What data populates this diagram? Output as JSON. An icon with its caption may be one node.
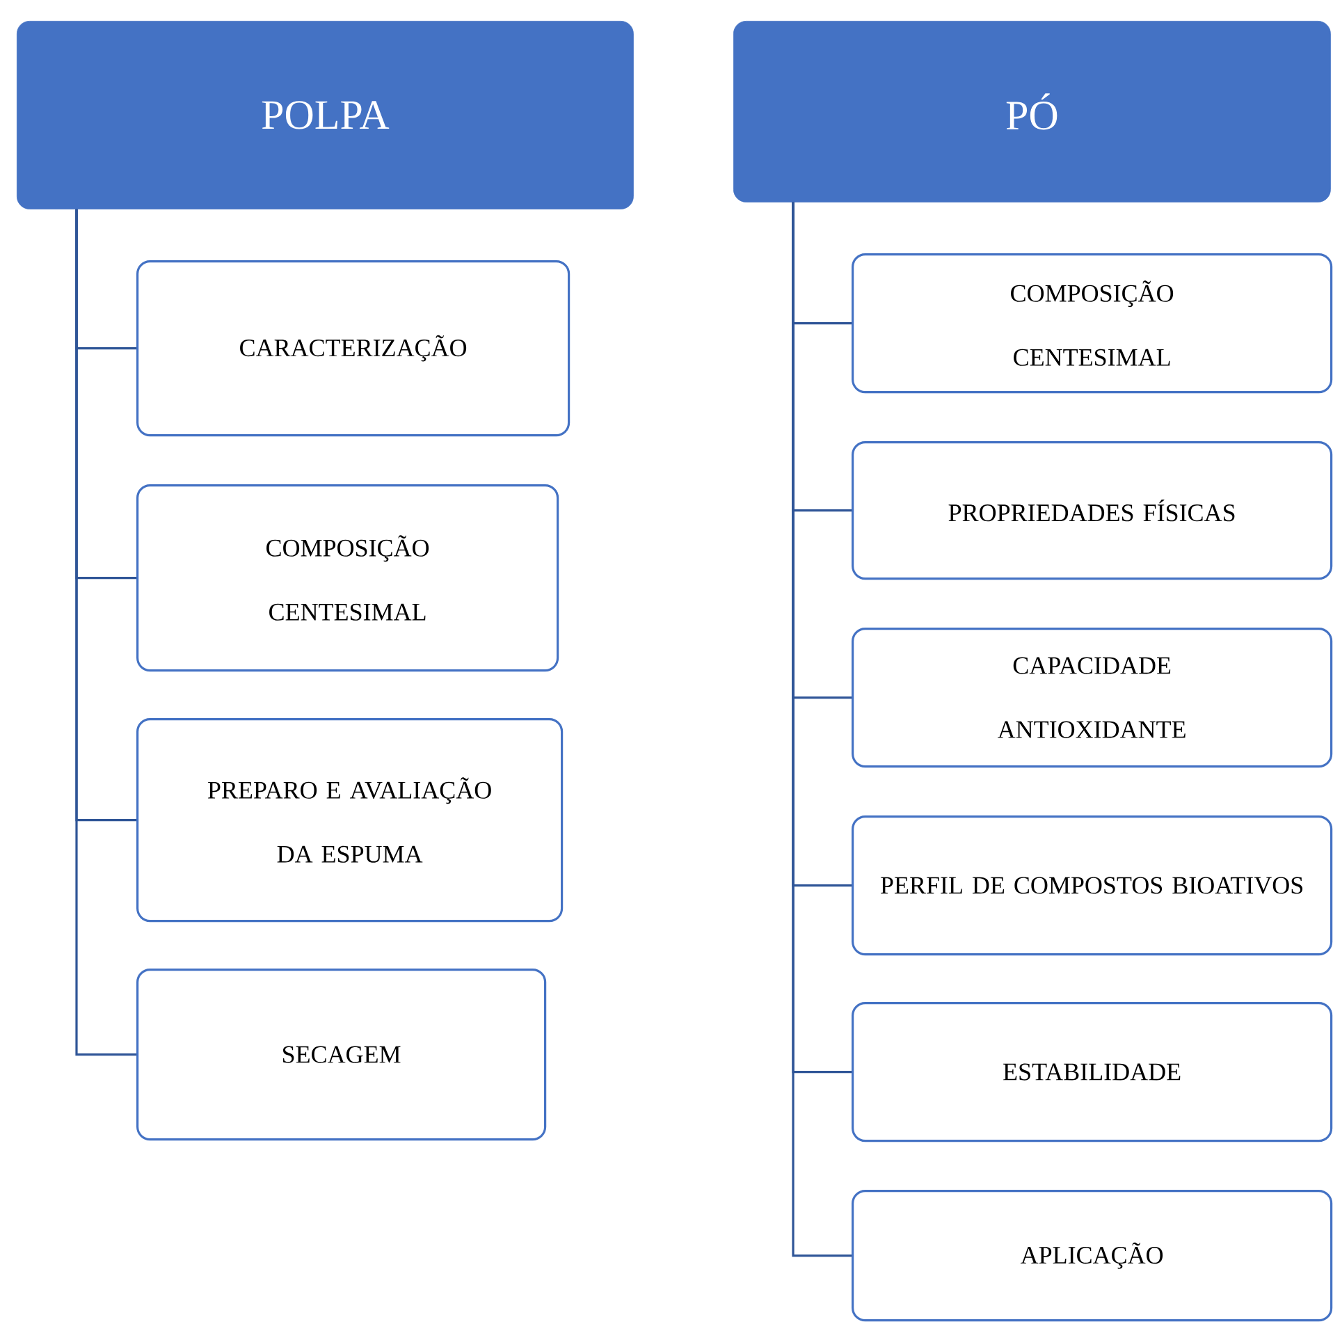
{
  "diagram": {
    "nodes": [
      {
        "text": [
          "POLPA"
        ]
      },
      {
        "text": [
          "CARACTERIZAÇÃO"
        ]
      },
      {
        "text": [
          "COMPOSIÇÃO CENTESIMAL"
        ]
      },
      {
        "text": [
          "PREPARO E AVALIAÇÃO DA ESPUMA"
        ]
      },
      {
        "text": [
          "SECAGEM"
        ]
      },
      {
        "text": [
          "PÓ"
        ]
      },
      {
        "text": [
          "COMPOSIÇÃO CENTESIMAL"
        ]
      },
      {
        "text": [
          "PROPRIEDADES FÍSICAS"
        ]
      },
      {
        "text": [
          "CAPACIDADE ANTIOXIDANTE"
        ]
      },
      {
        "text": [
          "PERFIL DE COMPOSTOS BIOATIVOS"
        ]
      },
      {
        "text": [
          "ESTABILIDADE"
        ]
      },
      {
        "text": [
          "APLICAÇÃO"
        ]
      }
    ],
    "edges": [
      {
        "from": 0,
        "to": 1,
        "arrow": "none"
      },
      {
        "from": 0,
        "to": 2,
        "arrow": "none"
      },
      {
        "from": 0,
        "to": 3,
        "arrow": "none"
      },
      {
        "from": 0,
        "to": 4,
        "arrow": "none"
      },
      {
        "from": 5,
        "to": 6,
        "arrow": "none"
      },
      {
        "from": 5,
        "to": 7,
        "arrow": "none"
      },
      {
        "from": 5,
        "to": 8,
        "arrow": "none"
      },
      {
        "from": 5,
        "to": 9,
        "arrow": "none"
      },
      {
        "from": 5,
        "to": 10,
        "arrow": "none"
      },
      {
        "from": 5,
        "to": 11,
        "arrow": "none"
      }
    ]
  }
}
